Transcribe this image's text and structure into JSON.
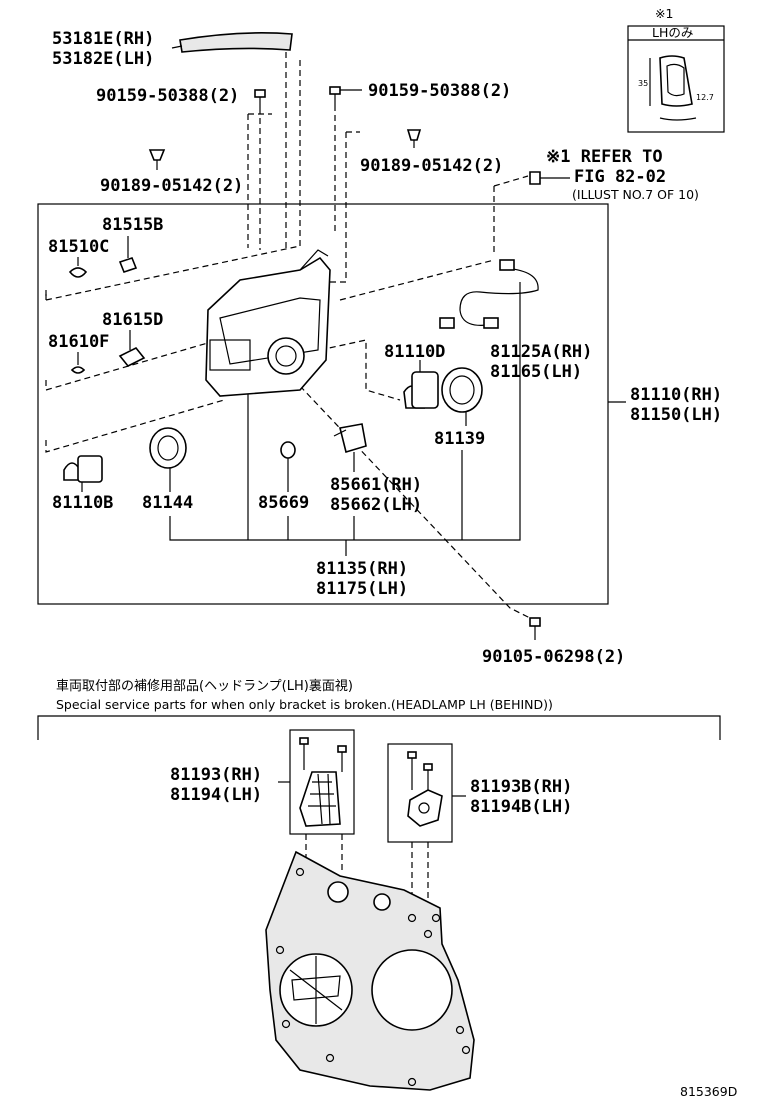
{
  "labels": {
    "p53181": "53181E(RH)",
    "p53182": "53182E(LH)",
    "p90159_left": "90159-50388(2)",
    "p90159_right": "90159-50388(2)",
    "p90189_left": "90189-05142(2)",
    "p90189_right": "90189-05142(2)",
    "refer_line1": "※1 REFER TO",
    "refer_line2": "FIG 82-02",
    "refer_line3": "(ILLUST NO.7 OF 10)",
    "p81515": "81515B",
    "p81510": "81510C",
    "p81615": "81615D",
    "p81610": "81610F",
    "p81110D": "81110D",
    "p81125": "81125A(RH)",
    "p81165": "81165(LH)",
    "p81110rh": "81110(RH)",
    "p81150lh": "81150(LH)",
    "p81139": "81139",
    "p85661": "85661(RH)",
    "p85662": "85662(LH)",
    "p81110B": "81110B",
    "p81144": "81144",
    "p85669": "85669",
    "p81135": "81135(RH)",
    "p81175": "81175(LH)",
    "p90105": "90105-06298(2)",
    "jp_caption": "車両取付部の補修用部品(ヘッドランプ(LH)裏面視)",
    "en_caption": "Special service parts for when only bracket is broken.(HEADLAMP LH (BEHIND))",
    "p81193": "81193(RH)",
    "p81194": "81194(LH)",
    "p81193B": "81193B(RH)",
    "p81194B": "81194B(LH)",
    "inset_mark": "※1",
    "inset_title": "LHのみ",
    "inset_dim1": "35",
    "inset_dim2": "12.7",
    "figure_id": "815369D"
  }
}
